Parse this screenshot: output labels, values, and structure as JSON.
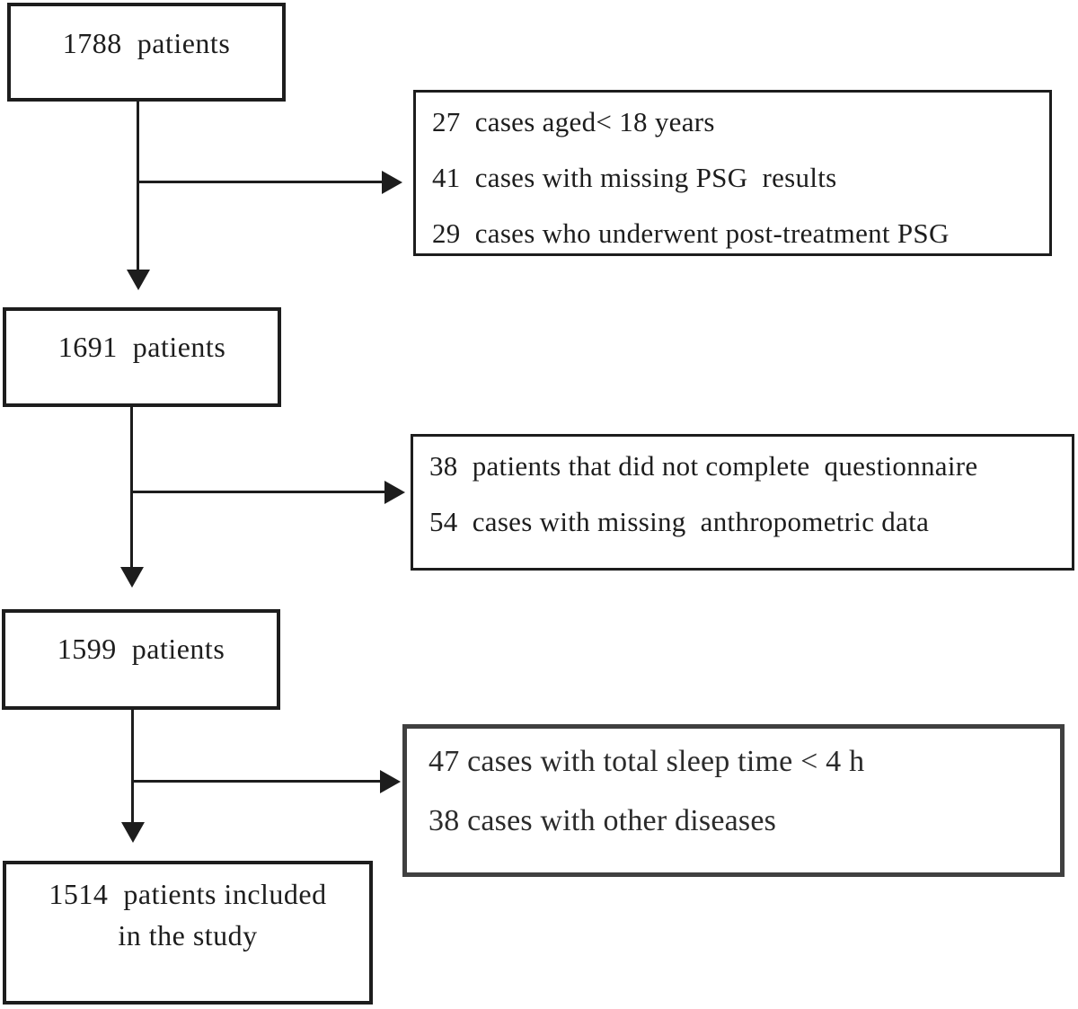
{
  "diagram": {
    "type": "patient-flow-chart",
    "colors": {
      "background": "#ffffff",
      "text": "#1d1d1d",
      "box_border": "#1d1d1d",
      "gray_box_border": "#404040"
    },
    "nodes": {
      "n1": {
        "label": "1788  patients"
      },
      "n2": {
        "label": "1691  patients"
      },
      "n3": {
        "label": "1599  patients"
      },
      "n4": {
        "line1": "1514  patients included",
        "line2": "in the study"
      }
    },
    "exclusions": [
      {
        "lines": [
          "27  cases aged< 18 years",
          "41  cases with missing PSG  results",
          "29  cases who underwent post-treatment PSG"
        ]
      },
      {
        "lines": [
          "38  patients that did not complete  questionnaire",
          "54  cases with missing  anthropometric data"
        ]
      },
      {
        "lines": [
          "47 cases with total sleep time < 4 h",
          "38 cases with other diseases"
        ]
      }
    ]
  }
}
